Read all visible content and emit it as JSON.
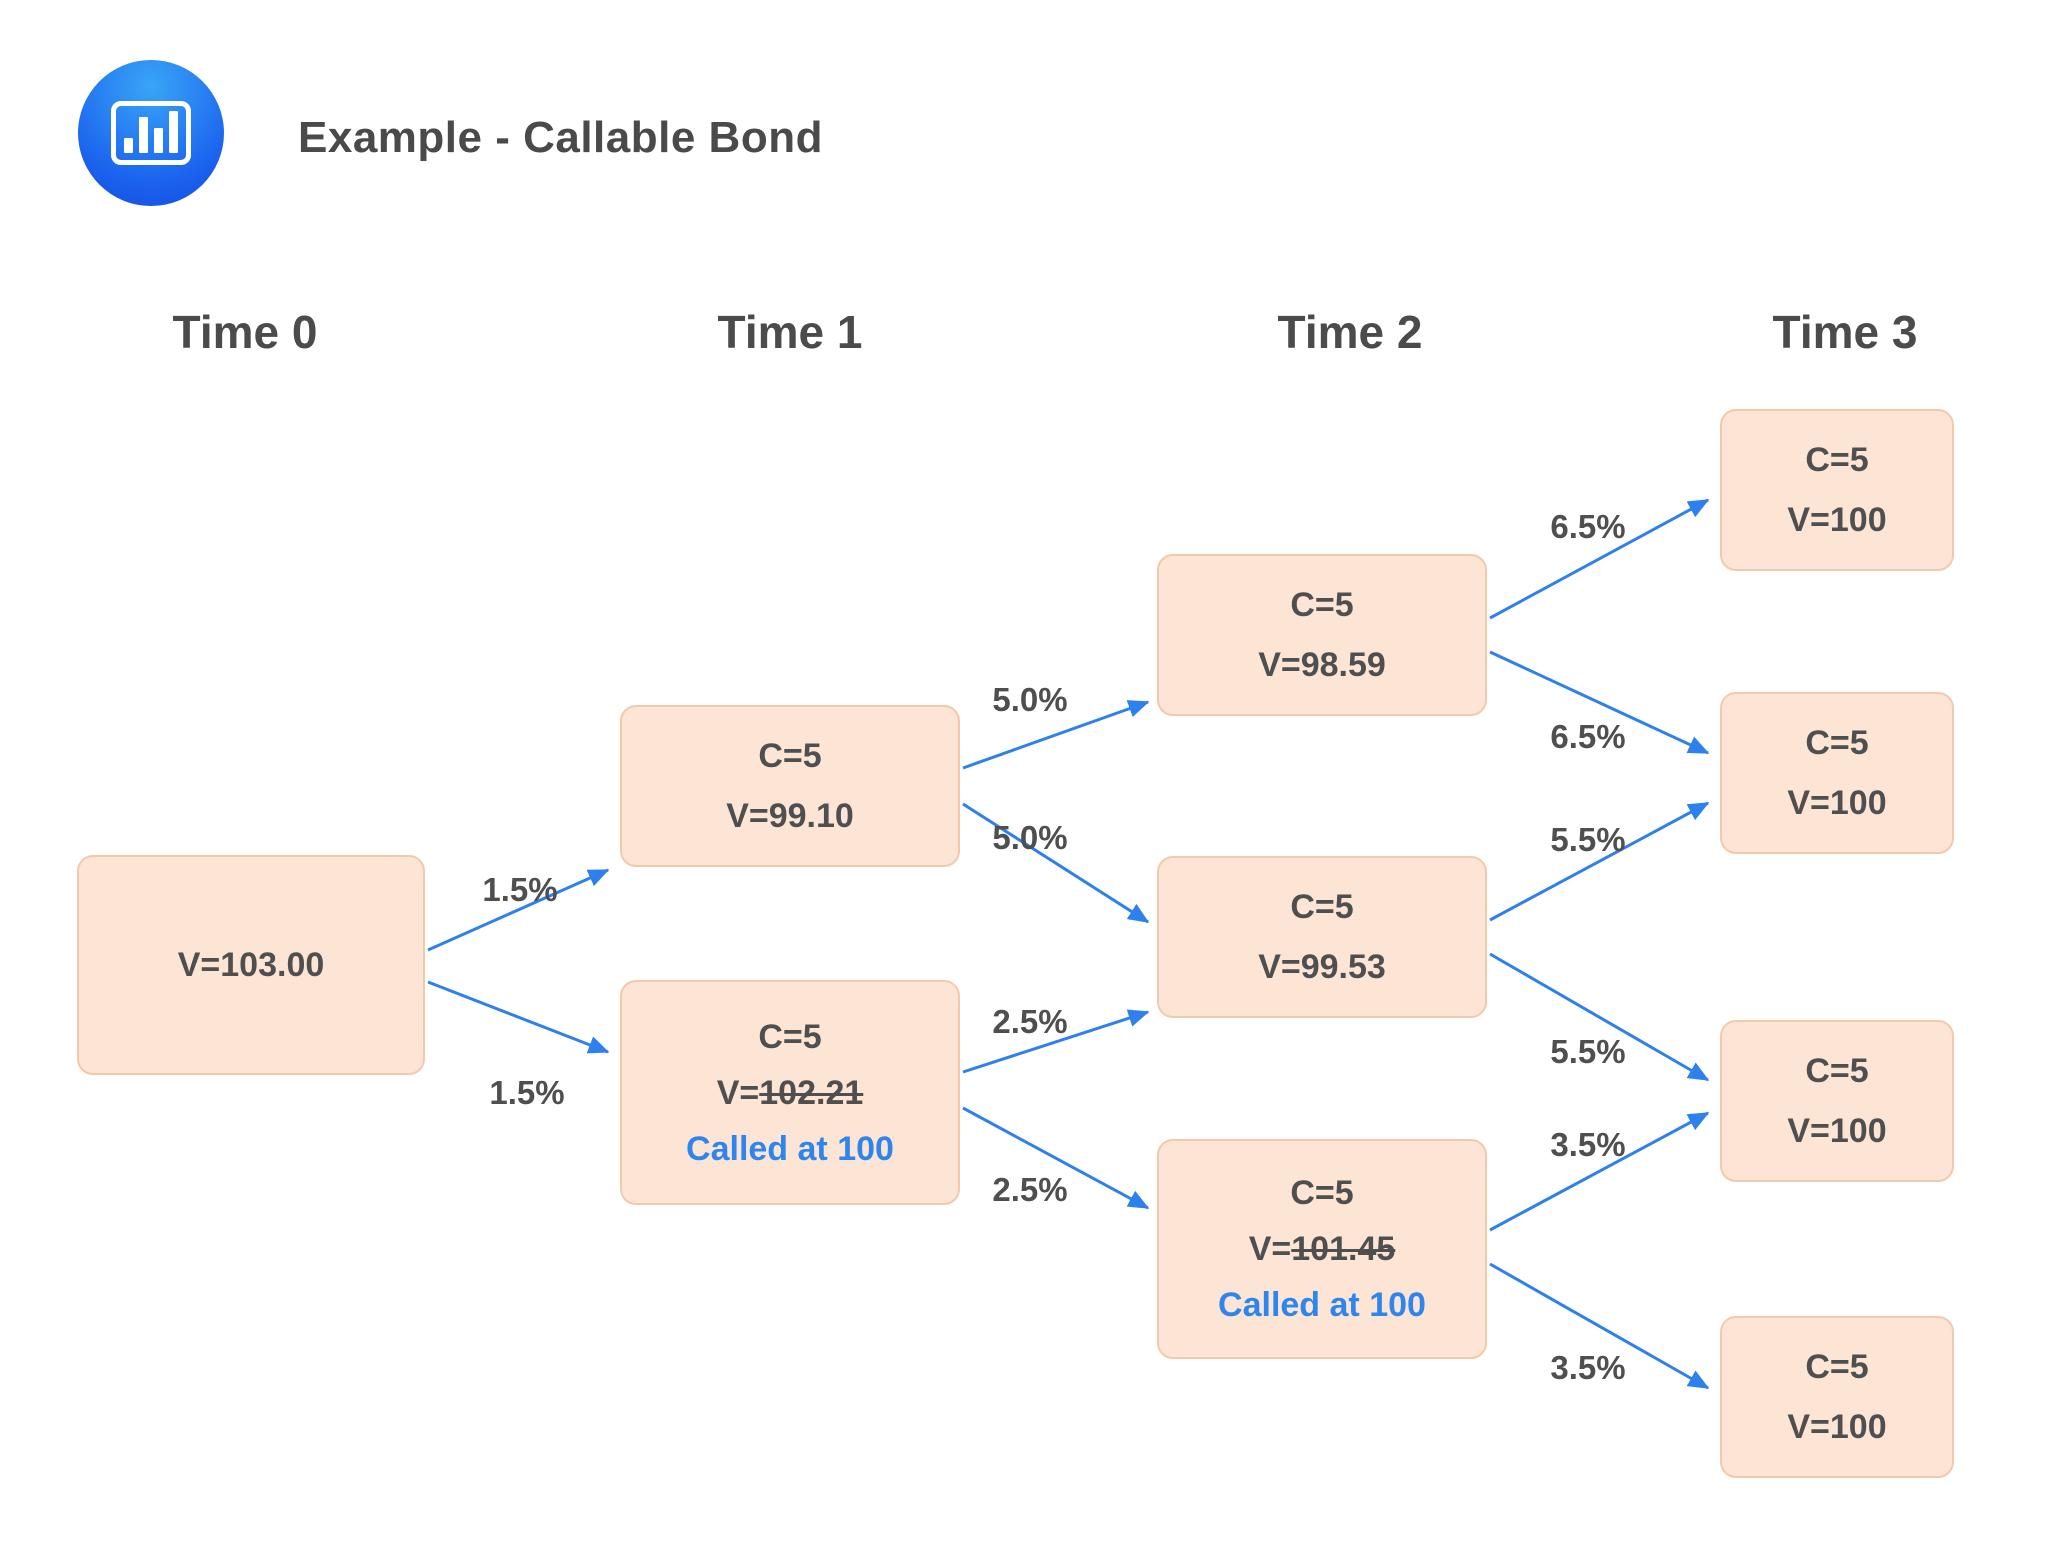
{
  "header": {
    "title": "Example - Callable Bond",
    "logo": {
      "icon": "bar-chart-icon"
    }
  },
  "columns": [
    {
      "label": "Time 0"
    },
    {
      "label": "Time 1"
    },
    {
      "label": "Time 2"
    },
    {
      "label": "Time 3"
    }
  ],
  "nodes": {
    "t0": {
      "value": "V=103.00"
    },
    "t1_up": {
      "coupon": "C=5",
      "value": "V=99.10"
    },
    "t1_down": {
      "coupon": "C=5",
      "value_prefix": "V=",
      "value_struck": "102.21",
      "called": "Called at 100"
    },
    "t2_up": {
      "coupon": "C=5",
      "value": "V=98.59"
    },
    "t2_mid": {
      "coupon": "C=5",
      "value": "V=99.53"
    },
    "t2_down": {
      "coupon": "C=5",
      "value_prefix": "V=",
      "value_struck": "101.45",
      "called": "Called at 100"
    },
    "t3_1": {
      "coupon": "C=5",
      "value": "V=100"
    },
    "t3_2": {
      "coupon": "C=5",
      "value": "V=100"
    },
    "t3_3": {
      "coupon": "C=5",
      "value": "V=100"
    },
    "t3_4": {
      "coupon": "C=5",
      "value": "V=100"
    }
  },
  "edges": [
    {
      "from": "t0",
      "to": "t1_up",
      "rate": "1.5%"
    },
    {
      "from": "t0",
      "to": "t1_down",
      "rate": "1.5%"
    },
    {
      "from": "t1_up",
      "to": "t2_up",
      "rate": "5.0%"
    },
    {
      "from": "t1_up",
      "to": "t2_mid",
      "rate": "5.0%"
    },
    {
      "from": "t1_down",
      "to": "t2_mid",
      "rate": "2.5%"
    },
    {
      "from": "t1_down",
      "to": "t2_down",
      "rate": "2.5%"
    },
    {
      "from": "t2_up",
      "to": "t3_1",
      "rate": "6.5%"
    },
    {
      "from": "t2_up",
      "to": "t3_2",
      "rate": "6.5%"
    },
    {
      "from": "t2_mid",
      "to": "t3_2",
      "rate": "5.5%"
    },
    {
      "from": "t2_mid",
      "to": "t3_3",
      "rate": "5.5%"
    },
    {
      "from": "t2_down",
      "to": "t3_3",
      "rate": "3.5%"
    },
    {
      "from": "t2_down",
      "to": "t3_4",
      "rate": "3.5%"
    }
  ],
  "colors": {
    "node_fill": "#fce5d5",
    "node_border": "#f3c9ab",
    "arrow_blue": "#2e80ee",
    "node_text": "#4f4f4f",
    "called_text": "#2e86ec",
    "logo_blue_top": "#39a5f7",
    "logo_blue_bottom": "#0d3cd6"
  }
}
